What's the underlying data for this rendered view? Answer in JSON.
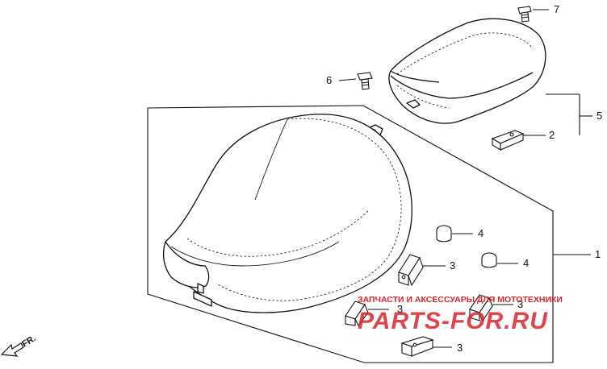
{
  "callouts": {
    "c1": "1",
    "c2": "2",
    "c3a": "3",
    "c3b": "3",
    "c3c": "3",
    "c3d": "3",
    "c4a": "4",
    "c4b": "4",
    "c5": "5",
    "c6": "6",
    "c7": "7"
  },
  "direction": {
    "label": "FR."
  },
  "watermark": {
    "line1": "ЗАПЧАСТИ И АКСЕССУАРЫ ДЛЯ МОТОТЕХНИКИ",
    "line2": "PARTS-FOR.RU",
    "color": "#d8232a"
  },
  "colors": {
    "ink": "#111111",
    "paper": "#ffffff",
    "watermark": "#d8232a"
  }
}
